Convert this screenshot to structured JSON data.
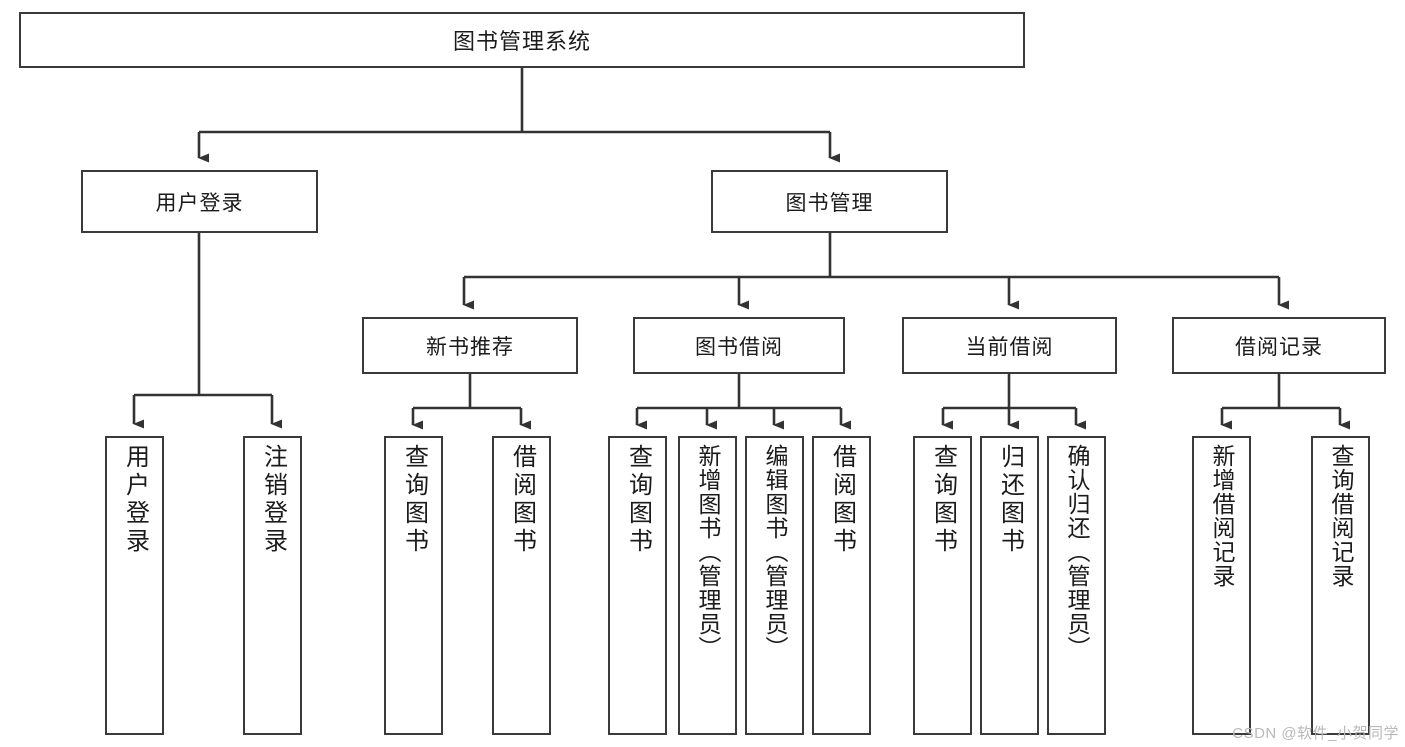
{
  "diagram": {
    "title": "图书管理系统",
    "type": "tree",
    "root": {
      "label": "图书管理系统"
    },
    "level2": [
      {
        "label": "用户登录"
      },
      {
        "label": "图书管理"
      }
    ],
    "level3": [
      {
        "label": "新书推荐"
      },
      {
        "label": "图书借阅"
      },
      {
        "label": "当前借阅"
      },
      {
        "label": "借阅记录"
      }
    ],
    "leaves": [
      {
        "label": "用户登录"
      },
      {
        "label": "注销登录"
      },
      {
        "label": "查询图书"
      },
      {
        "label": "借阅图书"
      },
      {
        "label": "查询图书"
      },
      {
        "label": "新增图书（管理员）"
      },
      {
        "label": "编辑图书（管理员）"
      },
      {
        "label": "借阅图书"
      },
      {
        "label": "查询图书"
      },
      {
        "label": "归还图书"
      },
      {
        "label": "确认归还（管理员）"
      },
      {
        "label": "新增借阅记录"
      },
      {
        "label": "查询借阅记录"
      }
    ],
    "colors": {
      "box_border": "#3a3a3a",
      "box_fill": "#ffffff",
      "connector": "#333333",
      "text": "#1b1b1b",
      "watermark": "#b9b9b9"
    }
  },
  "watermark": {
    "text": "CSDN @软件_小贺同学"
  }
}
